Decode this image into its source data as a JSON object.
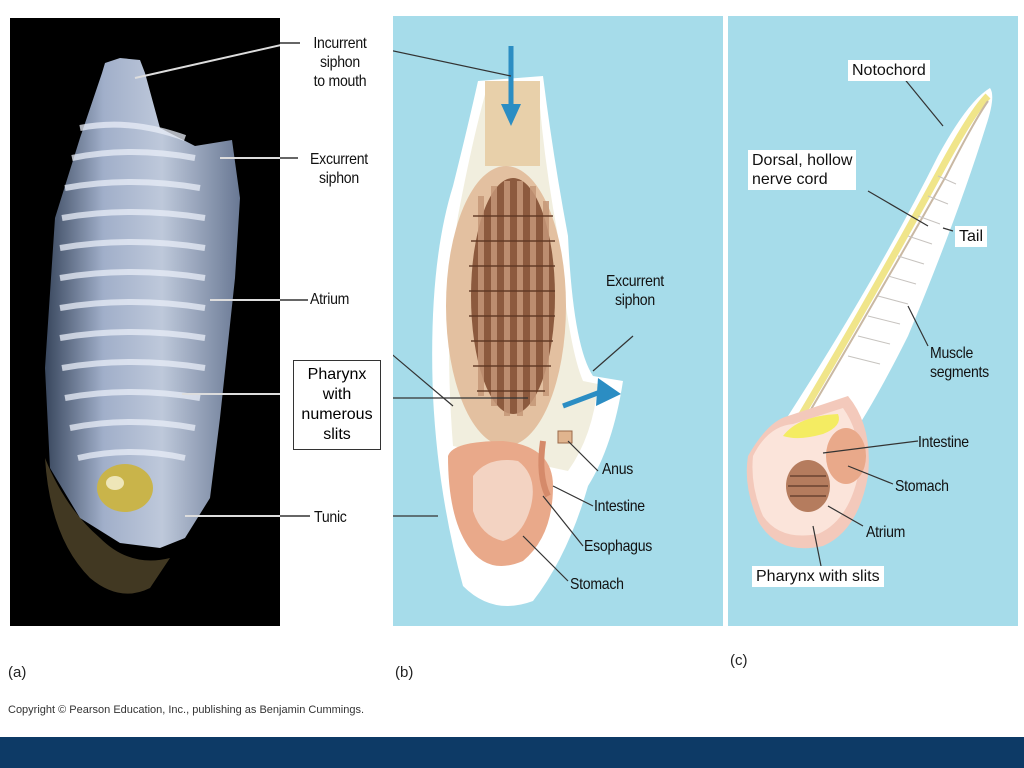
{
  "panels": {
    "a": {
      "caption": "(a)",
      "labels": {
        "incurrent": "Incurrent\nsiphon\nto mouth",
        "excurrent": "Excurrent\nsiphon",
        "atrium": "Atrium",
        "pharynx": "Pharynx\nwith\nnumerous\nslits",
        "tunic": "Tunic"
      }
    },
    "b": {
      "caption": "(b)",
      "labels": {
        "excurrent": "Excurrent\nsiphon",
        "anus": "Anus",
        "intestine": "Intestine",
        "esophagus": "Esophagus",
        "stomach": "Stomach"
      }
    },
    "c": {
      "caption": "(c)",
      "labels": {
        "notochord": "Notochord",
        "nerve_cord": "Dorsal, hollow\nnerve cord",
        "tail": "Tail",
        "muscle": "Muscle\nsegments",
        "intestine": "Intestine",
        "stomach": "Stomach",
        "atrium": "Atrium",
        "pharynx": "Pharynx with slits"
      }
    }
  },
  "copyright": "Copyright © Pearson Education, Inc., publishing as Benjamin Cummings.",
  "colors": {
    "panel_bg": "#a6dcea",
    "footer_bar": "#0d3a66"
  }
}
